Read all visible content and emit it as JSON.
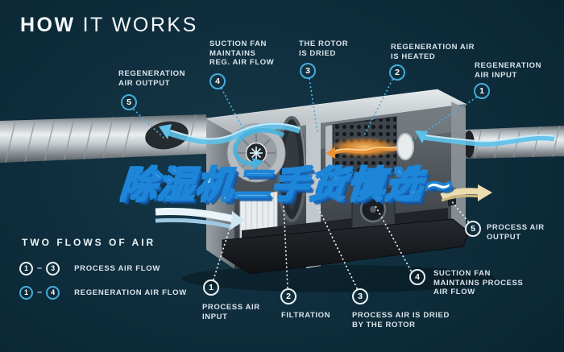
{
  "title": {
    "primary": "HOW",
    "secondary": "IT WORKS"
  },
  "watermark": {
    "text": "除湿机二手货慎选~"
  },
  "callouts": {
    "regeneration": [
      {
        "num": "1",
        "lines": [
          "REGENERATION",
          "AIR INPUT"
        ]
      },
      {
        "num": "2",
        "lines": [
          "REGENERATION AIR",
          "IS HEATED"
        ]
      },
      {
        "num": "3",
        "lines": [
          "THE ROTOR",
          "IS DRIED"
        ]
      },
      {
        "num": "4",
        "lines": [
          "SUCTION FAN",
          "MAINTAINS",
          "REG. AIR FLOW"
        ]
      },
      {
        "num": "5",
        "lines": [
          "REGENERATION",
          "AIR OUTPUT"
        ]
      }
    ],
    "process": [
      {
        "num": "1",
        "lines": [
          "PROCESS AIR",
          "INPUT"
        ]
      },
      {
        "num": "2",
        "lines": [
          "FILTRATION"
        ]
      },
      {
        "num": "3",
        "lines": [
          "PROCESS AIR IS DRIED",
          "BY THE ROTOR"
        ]
      },
      {
        "num": "4",
        "lines": [
          "SUCTION FAN",
          "MAINTAINS PROCESS",
          "AIR FLOW"
        ]
      },
      {
        "num": "5",
        "lines": [
          "PROCESS AIR",
          "OUTPUT"
        ]
      }
    ]
  },
  "legend": {
    "title": "TWO FLOWS OF AIR",
    "rows": [
      {
        "from": "1",
        "to": "3",
        "dash": "–",
        "label": "PROCESS AIR FLOW"
      },
      {
        "from": "1",
        "to": "4",
        "dash": "–",
        "label": "REGENERATION AIR FLOW"
      }
    ]
  },
  "colors": {
    "background": "#0e2c3b",
    "accent_blue": "#45add9",
    "label_text": "#d9e4ea",
    "watermark_fill": "#ffffff",
    "watermark_outline": "#1d86d8",
    "heater_orange": "#e89135",
    "output_cream": "#ecdcae",
    "airflow_blue": "#5ec1ea"
  }
}
